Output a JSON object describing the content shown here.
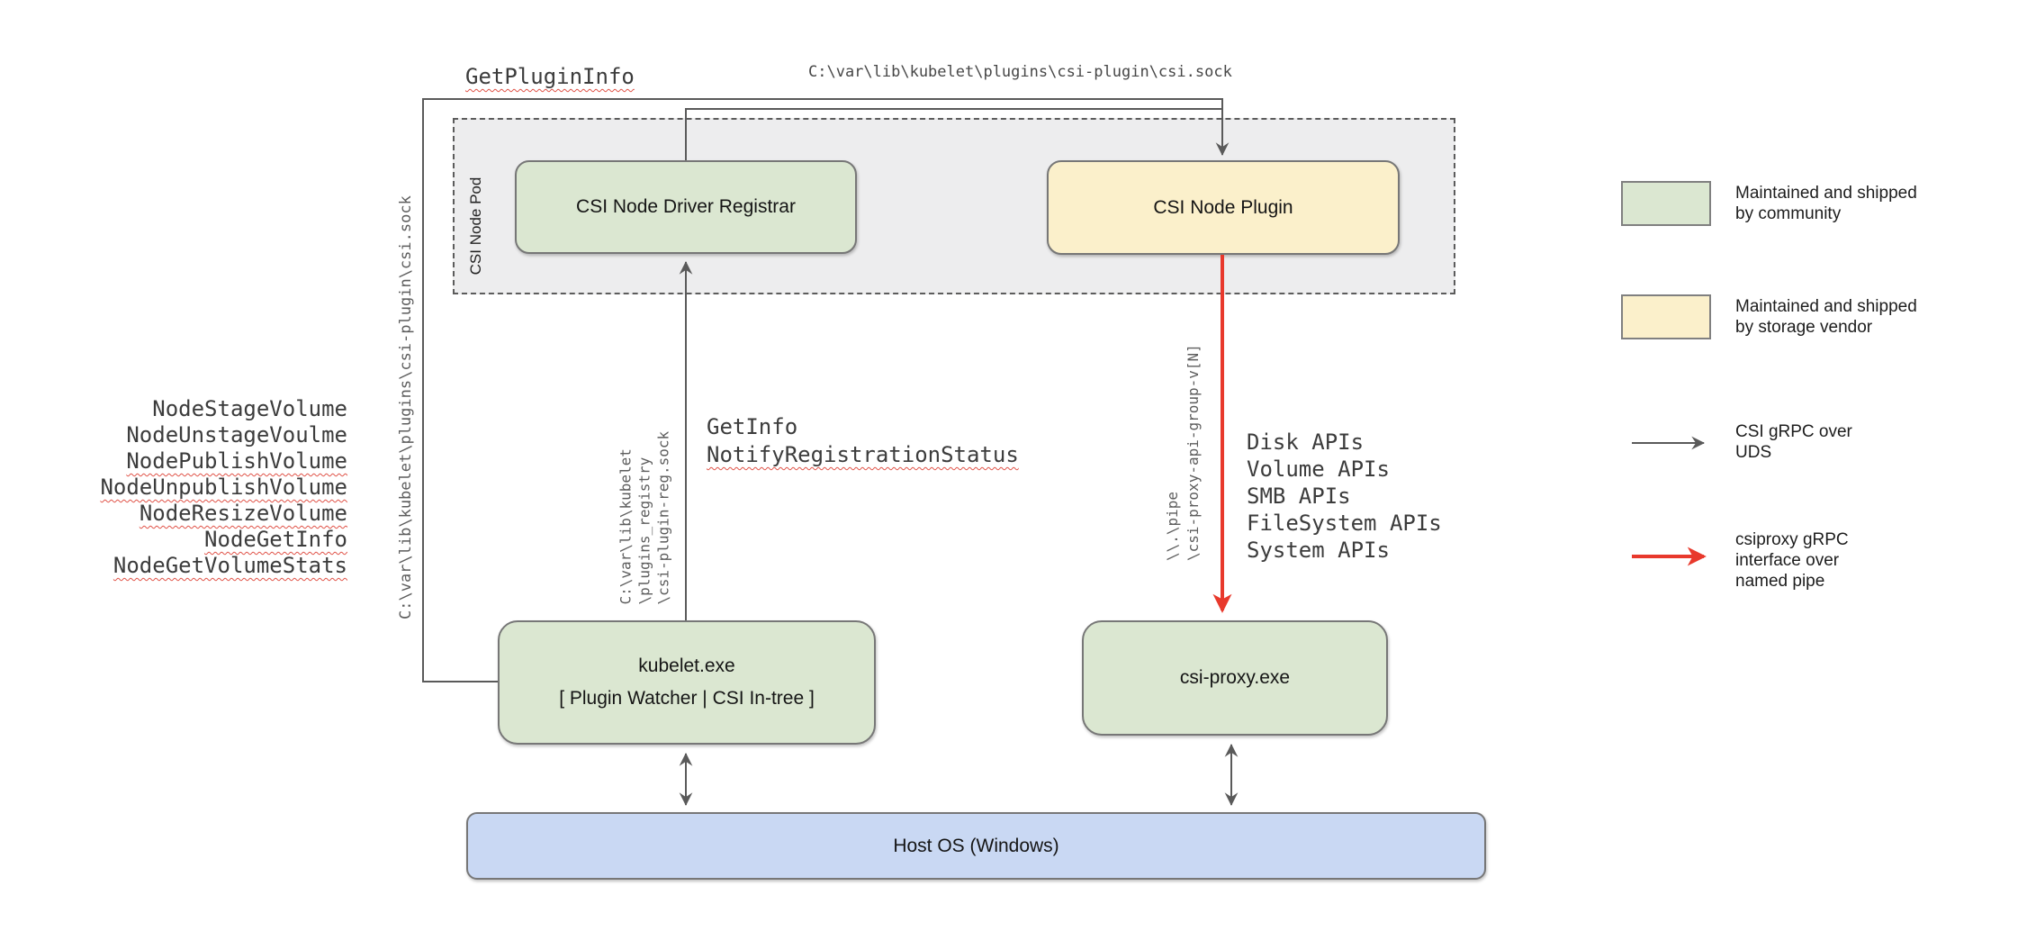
{
  "top_labels": {
    "get_plugin_info": "GetPluginInfo",
    "csi_sock_path": "C:\\var\\lib\\kubelet\\plugins\\csi-plugin\\csi.sock"
  },
  "pod": {
    "label": "CSI Node Pod"
  },
  "boxes": {
    "registrar": "CSI Node Driver Registrar",
    "plugin": "CSI Node Plugin",
    "kubelet": "kubelet.exe\n[ Plugin Watcher | CSI In-tree ]",
    "csi_proxy": "csi-proxy.exe",
    "host_os": "Host OS (Windows)"
  },
  "node_methods": [
    "NodeStageVolume",
    "NodeUnstageVoulme",
    "NodePublishVolume",
    "NodeUnpublishVolume",
    "NodeResizeVolume",
    "NodeGetInfo",
    "NodeGetVolumeStats"
  ],
  "registration_calls": {
    "get_info": "GetInfo",
    "notify": "NotifyRegistrationStatus"
  },
  "socket_paths": {
    "csi_sock_vertical": "C:\\var\\lib\\kubelet\\plugins\\csi-plugin\\csi.sock",
    "plugin_reg_sock": "C:\\var\\lib\\kubelet\n\\plugins_registry\n\\csi-plugin-reg.sock",
    "named_pipe": "\\\\.\\pipe\n\\csi-proxy-api-group-v[N]"
  },
  "proxy_apis": [
    "Disk APIs",
    "Volume APIs",
    "SMB APIs",
    "FileSystem APIs",
    "System APIs"
  ],
  "legend": {
    "community": "Maintained and shipped\nby community",
    "vendor": "Maintained and shipped\nby storage vendor",
    "uds": "CSI gRPC over\nUDS",
    "pipe": "csiproxy gRPC\ninterface over\nnamed pipe"
  },
  "colors": {
    "community_green": "#dbe7d1",
    "vendor_yellow": "#fbf0cb",
    "host_blue": "#c9d8f3",
    "pod_gray": "#ededee",
    "line_gray": "#5a5a5a",
    "arrow_red": "#e8392c",
    "squiggle_red": "#e05247"
  }
}
